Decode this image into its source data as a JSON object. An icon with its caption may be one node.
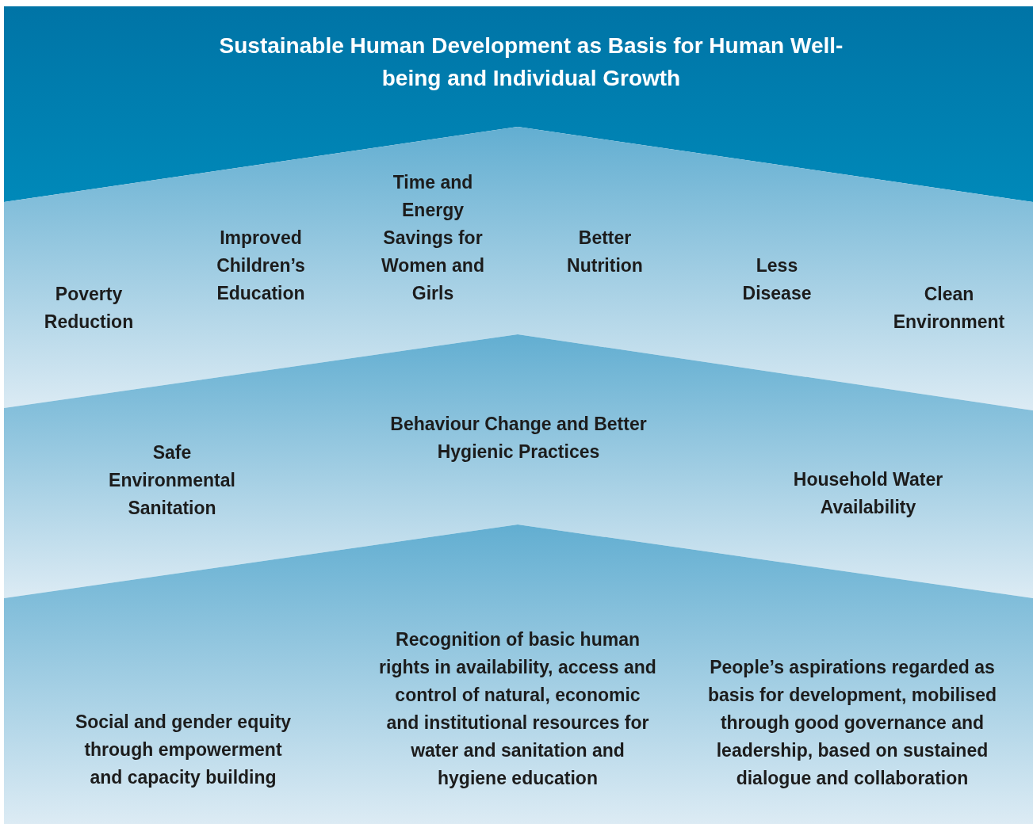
{
  "diagram": {
    "nodes": [
      {
        "text": [
          "Sustainable Human Development as Basis for Human Well-being and Individual Growth"
        ]
      },
      {
        "text": [
          "Poverty Reduction",
          "Improved Children’s Education",
          "Time and Energy Savings for Women and Girls",
          "Better Nutrition",
          "Less Disease",
          "Clean Environment"
        ]
      },
      {
        "text": [
          "Safe Environmental Sanitation",
          "Behaviour Change and Better Hygienic Practices",
          "Household Water Availability"
        ]
      },
      {
        "text": [
          "Social and gender equity through empowerment and capacity building",
          "Recognition of basic human rights in availability, access and control of natural, economic and institutional resources for water and sanitation and hygiene education",
          "People’s aspirations regarded as basis for development, mobilised through good governance and leadership, based on sustained dialogue and collaboration"
        ]
      }
    ],
    "edges": []
  }
}
